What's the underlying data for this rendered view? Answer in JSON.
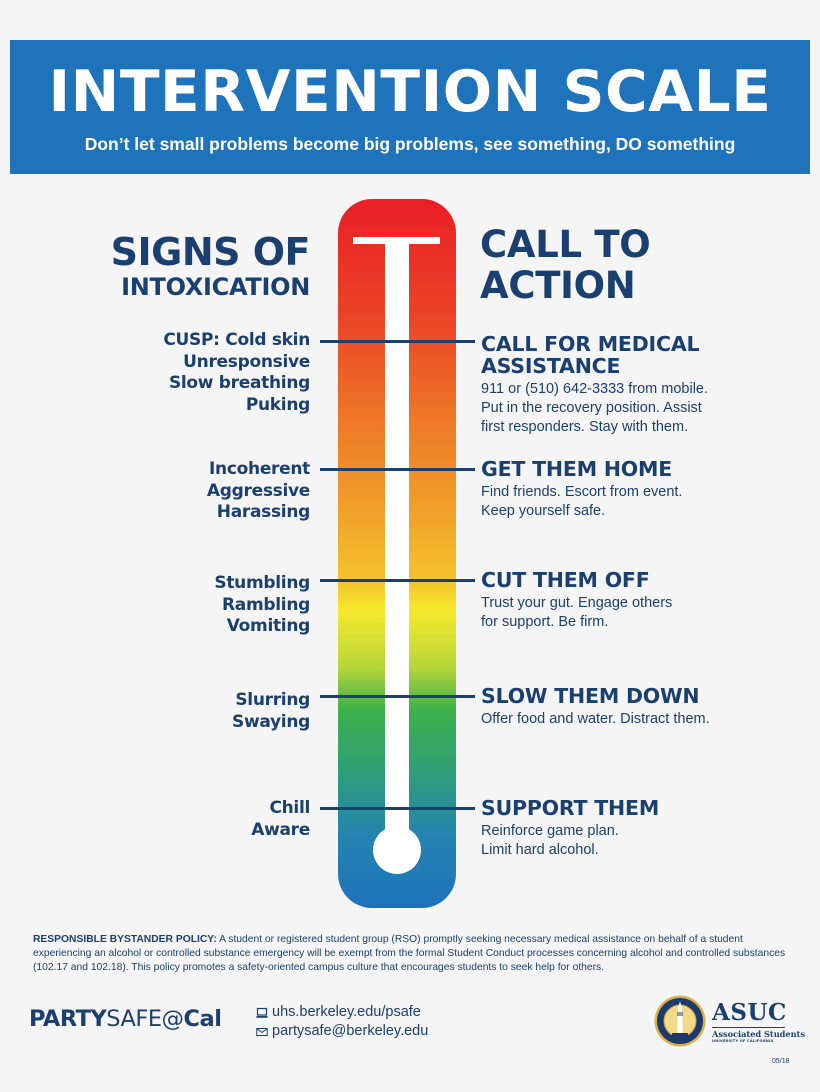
{
  "banner": {
    "title": "INTERVENTION SCALE",
    "subtitle": "Don’t let small problems become big problems, see something, DO something",
    "color": "#1e73ba"
  },
  "left_column": {
    "heading_line1": "SIGNS OF",
    "heading_line2": "INTOXICATION"
  },
  "right_column": {
    "heading_line1": "CALL TO",
    "heading_line2": "ACTION"
  },
  "levels": [
    {
      "signs": [
        "CUSP: Cold skin",
        "Unresponsive",
        "Slow breathing",
        "Puking"
      ],
      "action_title": [
        "CALL FOR MEDICAL",
        "ASSISTANCE"
      ],
      "action_desc": [
        "911 or (510) 642-3333 from mobile.",
        "Put in the recovery position. Assist",
        "first responders. Stay with them."
      ]
    },
    {
      "signs": [
        "Incoherent",
        "Aggressive",
        "Harassing"
      ],
      "action_title": [
        "GET THEM HOME"
      ],
      "action_desc": [
        "Find friends. Escort from event.",
        "Keep yourself safe."
      ]
    },
    {
      "signs": [
        "Stumbling",
        "Rambling",
        "Vomiting"
      ],
      "action_title": [
        "CUT THEM OFF"
      ],
      "action_desc": [
        "Trust your gut. Engage others",
        "for support. Be firm."
      ]
    },
    {
      "signs": [
        "Slurring",
        "Swaying"
      ],
      "action_title": [
        "SLOW THEM DOWN"
      ],
      "action_desc": [
        "Offer food and water. Distract them."
      ]
    },
    {
      "signs": [
        "Chill",
        "Aware"
      ],
      "action_title": [
        "SUPPORT THEM"
      ],
      "action_desc": [
        "Reinforce game plan.",
        "Limit hard alcohol."
      ]
    }
  ],
  "thermometer": {
    "top_color": "#ea1f26",
    "middle_color": "#f6e92d",
    "green_color": "#3db14a",
    "bottom_color": "#1f72ba"
  },
  "policy": {
    "label": "RESPONSIBLE BYSTANDER POLICY:",
    "text": " A student or registered student group (RSO) promptly seeking necessary medical assistance on behalf of a student experiencing an alcohol or controlled substance emergency will be exempt from the formal Student Conduct processes concerning alcohol and controlled substances (102.17 and 102.18). This policy promotes a safety-oriented campus culture that encourages students to seek help for others."
  },
  "footer": {
    "brand_part1": "PARTY",
    "brand_part2": "SAFE@",
    "brand_part3": "Cal",
    "website_icon": "computer-icon",
    "website": "uhs.berkeley.edu/psafe",
    "email_icon": "envelope-icon",
    "email": "partysafe@berkeley.edu",
    "asuc_name": "ASUC",
    "asuc_sub1": "Associated Students",
    "asuc_sub2": "UNIVERSITY OF CALIFORNIA",
    "date": "05/18"
  }
}
